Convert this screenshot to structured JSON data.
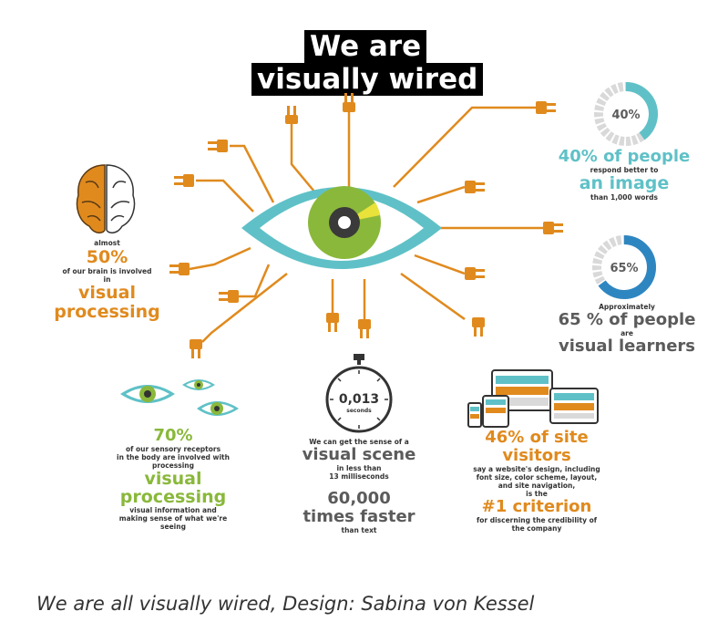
{
  "title": {
    "line1": "We are",
    "line2": "visually wired"
  },
  "stat_brain": {
    "prefix": "almost",
    "value": "50%",
    "middle": "of our brain is involved",
    "middle2": "in",
    "highlight1": "visual",
    "highlight2": "processing"
  },
  "stat_image": {
    "donut_label": "40%",
    "donut_fraction": 0.4,
    "headline": "40% of people",
    "line2": "respond better to",
    "highlight": "an image",
    "line3": "than 1,000 words"
  },
  "stat_learners": {
    "donut_label": "65%",
    "donut_fraction": 0.65,
    "prefix": "Approximately",
    "headline": "65 % of people",
    "line2": "are",
    "highlight": "visual learners"
  },
  "stat_receptors": {
    "value": "70%",
    "line1": "of our sensory receptors",
    "line2": "in the body are involved with",
    "line3": "processing",
    "highlight1": "visual",
    "highlight2": "processing",
    "line4": "visual information and",
    "line5": "making sense of what we're",
    "line6": "seeing"
  },
  "stat_speed": {
    "stopwatch_value": "0,013",
    "stopwatch_unit": "seconds",
    "line1": "We can get the sense of a",
    "highlight": "visual scene",
    "line2": "in less than",
    "line3": "13 milliseconds",
    "big1": "60,000",
    "big2": "times faster",
    "line4": "than text"
  },
  "stat_site": {
    "headline1": "46% of site",
    "headline2": "visitors",
    "line1": "say a website's design, including",
    "line2": "font size, color scheme, layout,",
    "line3": "and site navigation,",
    "line4": "is the",
    "highlight": "#1 criterion",
    "line5": "for discerning the credibility of",
    "line6": "the company"
  },
  "caption": "We are all visually wired, Design: Sabina von Kessel",
  "colors": {
    "orange": "#e08a1e",
    "teal": "#5fc1c7",
    "green": "#8ab83b",
    "gray": "#5b5b5b",
    "yellow": "#e8e23a"
  }
}
